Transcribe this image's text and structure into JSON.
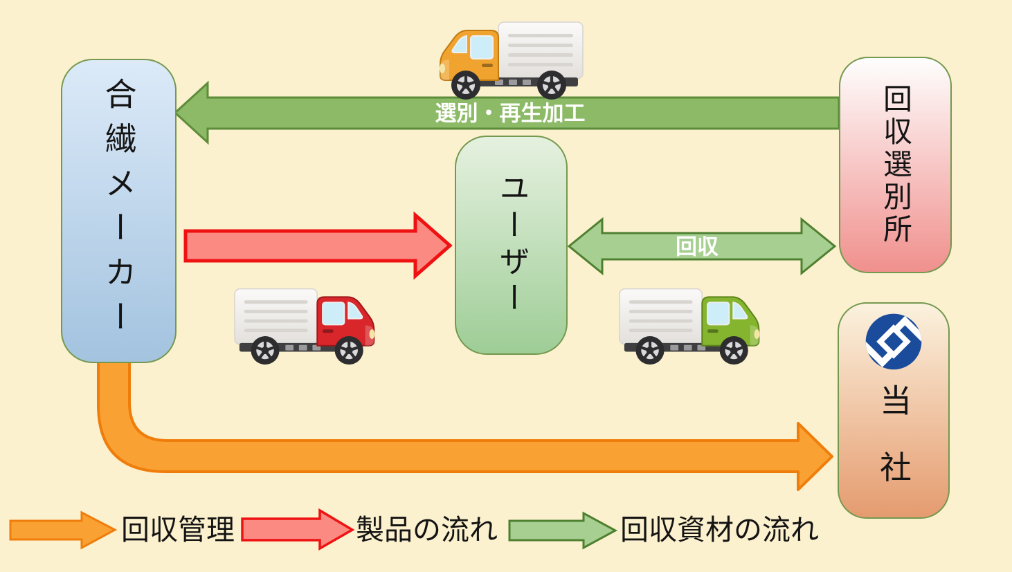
{
  "diagram": {
    "boxes": {
      "maker": {
        "label": "合繊メーカー"
      },
      "user": {
        "label": "ユーザー"
      },
      "sorting": {
        "label": "回収選別所"
      },
      "company": {
        "label": "当社"
      }
    },
    "arrows": {
      "recycle_label": "選別・再生加工",
      "collect_label": "回収"
    },
    "legend": {
      "items": [
        {
          "label": "回収管理",
          "color": "#F9A233"
        },
        {
          "label": "製品の流れ",
          "color": "#FB8A82"
        },
        {
          "label": "回収資材の流れ",
          "color": "#A7CF92"
        }
      ]
    },
    "icons": {
      "truck_top": "delivery-truck-icon",
      "truck_left": "delivery-truck-icon",
      "truck_right": "delivery-truck-icon",
      "logo": "company-logo-icon"
    },
    "colors": {
      "background": "#FCF1CE",
      "recycle_arrow": "#8CBA66",
      "product_arrow": "#FB8A82",
      "collect_arrow": "#A7CF92",
      "management_arrow": "#F9A233",
      "logo_blue": "#1B4C9B"
    }
  }
}
